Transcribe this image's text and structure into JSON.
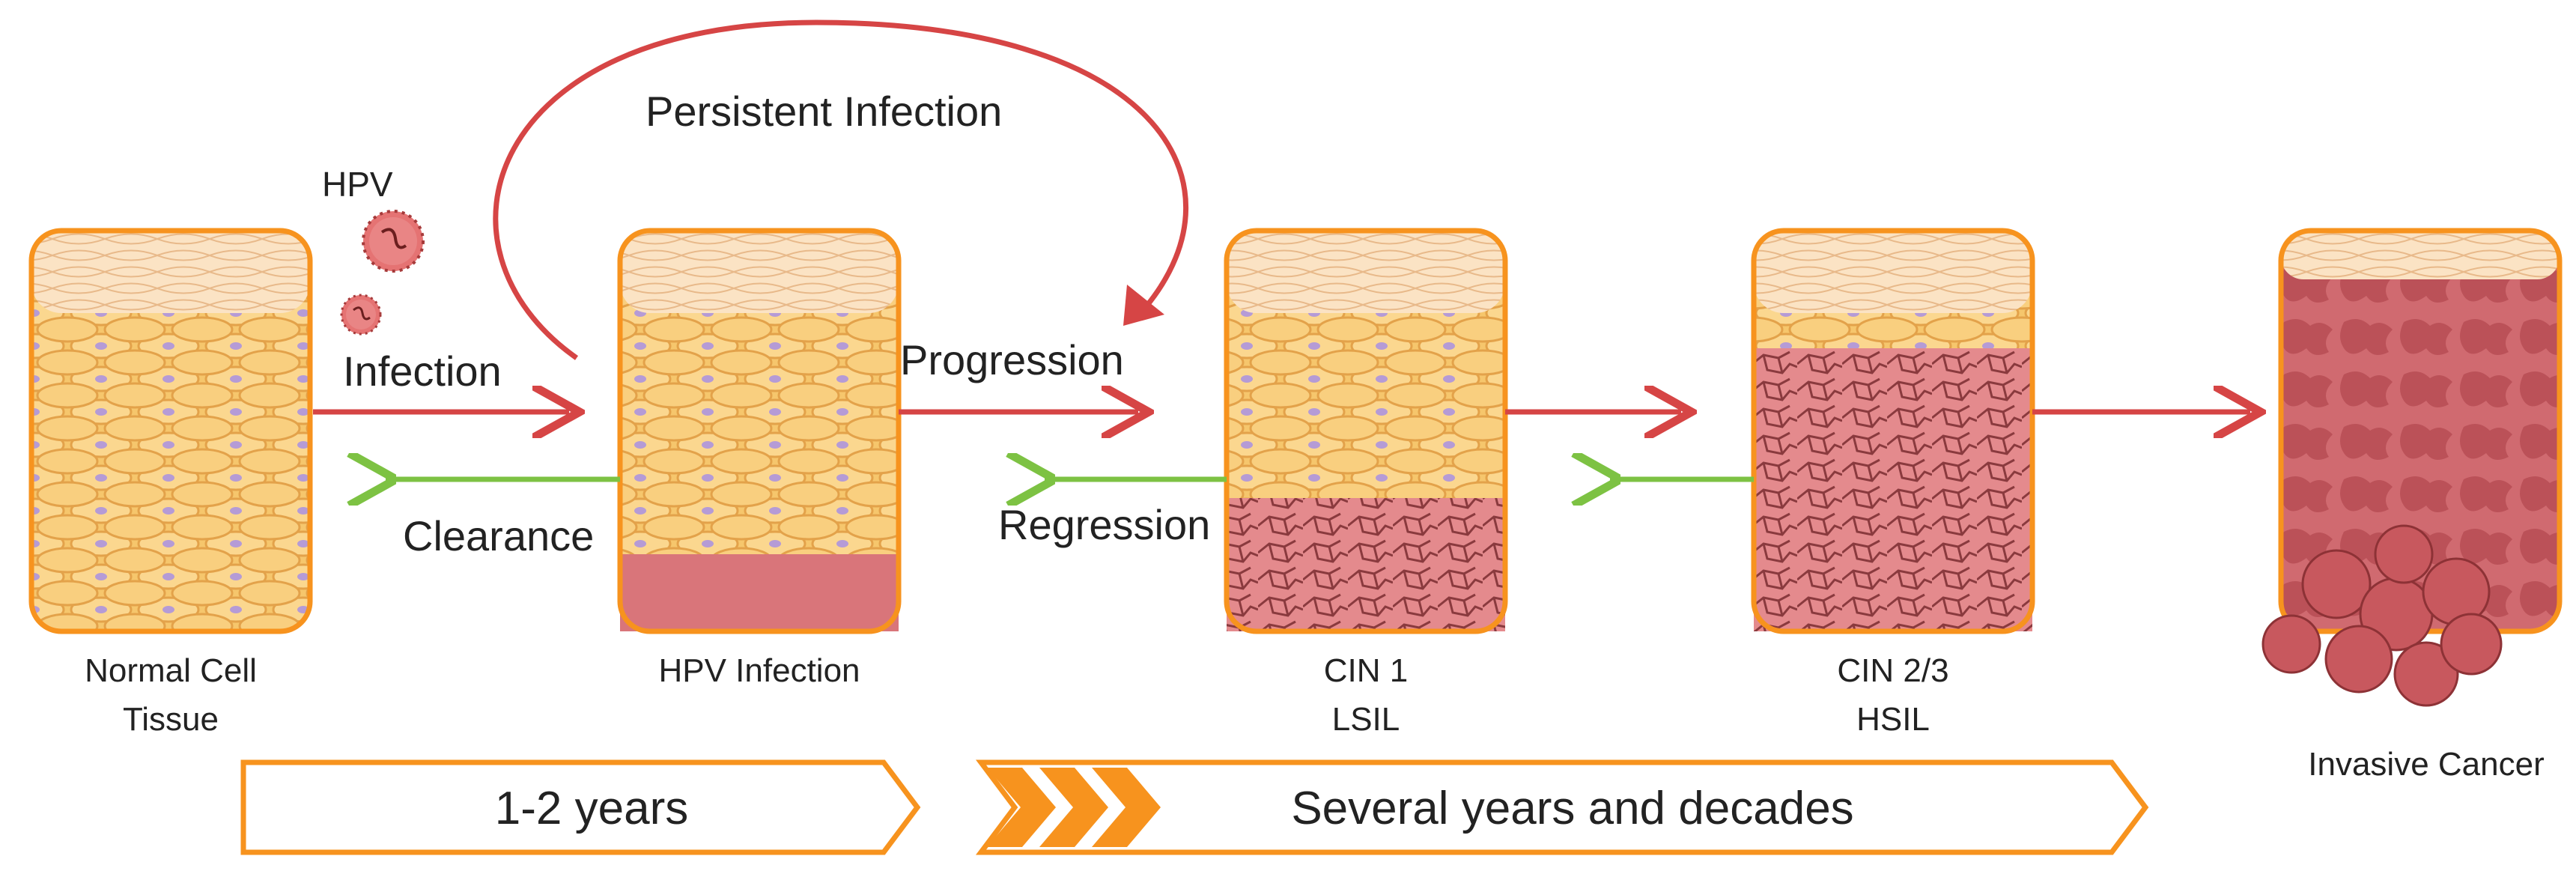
{
  "labels": {
    "hpv": "HPV",
    "infection": "Infection",
    "persistent_infection": "Persistent Infection",
    "progression": "Progression",
    "clearance": "Clearance",
    "regression": "Regression"
  },
  "stages": [
    {
      "line1": "Normal Cell",
      "line2": "Tissue"
    },
    {
      "line1": "HPV Infection",
      "line2": ""
    },
    {
      "line1": "CIN 1",
      "line2": "LSIL"
    },
    {
      "line1": "CIN 2/3",
      "line2": "HSIL"
    },
    {
      "line1": "Invasive Cancer",
      "line2": ""
    }
  ],
  "timeline": {
    "short": "1-2 years",
    "long": "Several years and decades"
  },
  "colors": {
    "tissue_border": "#f7931e",
    "progression_arrow": "#d64545",
    "regression_arrow": "#7dc243",
    "persistent_arrow": "#d64545",
    "virus": "#d9534f",
    "lesion": "#d9757a",
    "cancer": "#c8585e"
  }
}
